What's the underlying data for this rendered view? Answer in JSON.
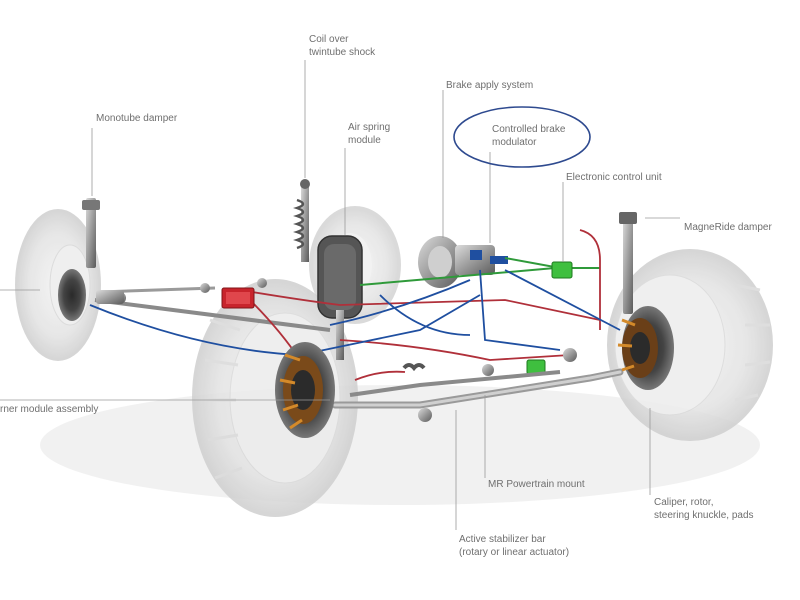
{
  "labels": {
    "coil_over": "Coil over\ntwintube shock",
    "monotube": "Monotube damper",
    "air_spring": "Air spring\nmodule",
    "brake_apply": "Brake apply system",
    "brake_modulator": "Controlled brake\nmodulator",
    "ecu": "Electronic control unit",
    "magneride": "MagneRide damper",
    "corner_module": "rner module assembly",
    "mr_powertrain": "MR Powertrain mount",
    "caliper": "Caliper, rotor,\nsteering knuckle, pads",
    "stabilizer": "Active stabilizer bar\n(rotary or linear actuator)"
  },
  "colors": {
    "highlight_ellipse": "#2e4a8f",
    "brake_line_red": "#b0303a",
    "signal_blue": "#1f4fa0",
    "control_green": "#2f9a3a",
    "module_red": "#c8242c",
    "ecu_green": "#3fbf3f",
    "tire_gray": "#e6e6e6",
    "label_gray": "#6f6f6f"
  }
}
